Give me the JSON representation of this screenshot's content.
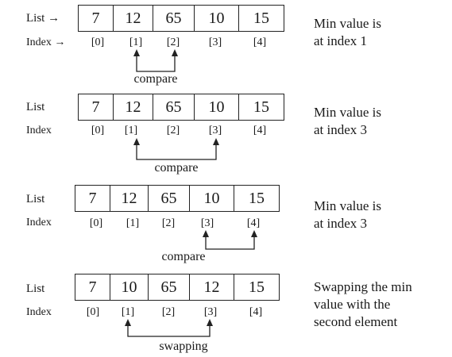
{
  "steps": [
    {
      "list_label": "List →",
      "index_label": "Index →",
      "values": [
        "7",
        "12",
        "65",
        "10",
        "15"
      ],
      "indices": [
        "[0]",
        "[1]",
        "[2]",
        "[3]",
        "[4]"
      ],
      "action": "compare",
      "note_lines": [
        "Min value is",
        "at index 1"
      ]
    },
    {
      "list_label": "List",
      "index_label": "Index",
      "values": [
        "7",
        "12",
        "65",
        "10",
        "15"
      ],
      "indices": [
        "[0]",
        "[1]",
        "[2]",
        "[3]",
        "[4]"
      ],
      "action": "compare",
      "note_lines": [
        "Min value is",
        "at index 3"
      ]
    },
    {
      "list_label": "List",
      "index_label": "Index",
      "values": [
        "7",
        "12",
        "65",
        "10",
        "15"
      ],
      "indices": [
        "[0]",
        "[1]",
        "[2]",
        "[3]",
        "[4]"
      ],
      "action": "compare",
      "note_lines": [
        "Min value is",
        "at index 3"
      ]
    },
    {
      "list_label": "List",
      "index_label": "Index",
      "values": [
        "7",
        "10",
        "65",
        "12",
        "15"
      ],
      "indices": [
        "[0]",
        "[1]",
        "[2]",
        "[3]",
        "[4]"
      ],
      "action": "swapping",
      "note_lines": [
        "Swapping the min",
        "value with the",
        "second element"
      ]
    }
  ]
}
